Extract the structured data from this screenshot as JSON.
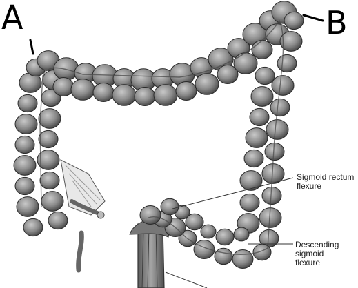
{
  "markers": {
    "a": "A",
    "b": "B"
  },
  "callouts": [
    {
      "line1": "Sigmoid rectum",
      "line2": "flexure"
    },
    {
      "line1": "Descending",
      "line2": "sigmoid",
      "line3": "flexure"
    }
  ],
  "colors": {
    "haustra": "#8f8f8f",
    "outline": "#2b2b2b",
    "background": "#ffffff",
    "ink": "#000000"
  }
}
